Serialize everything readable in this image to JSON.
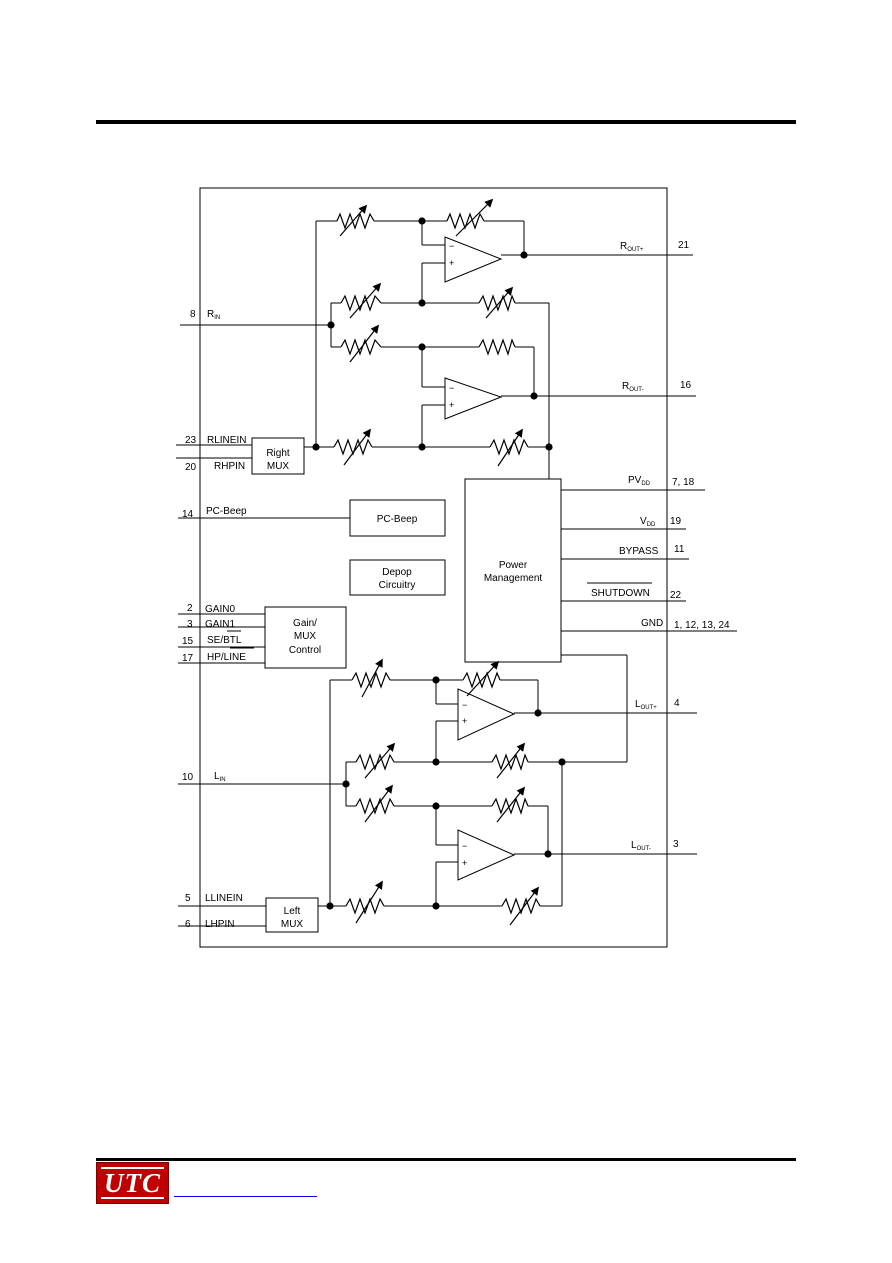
{
  "diagram": {
    "pins": {
      "rout_plus_num": "21",
      "rin_num": "8",
      "rout_minus_num": "16",
      "rlinein_num": "23",
      "rhpin_num": "20",
      "pcbeep_num": "14",
      "pvdd_num": "7, 18",
      "vdd_num": "19",
      "bypass_num": "11",
      "shutdown_num": "22",
      "gnd_num": "1, 12, 13, 24",
      "gain0_num": "2",
      "gain1_num": "3",
      "sebtl_num": "15",
      "hpline_num": "17",
      "lout_plus_num": "4",
      "lin_num": "10",
      "lout_minus_num": "3",
      "llinein_num": "5",
      "lhpin_num": "6"
    },
    "labels": {
      "rout_plus_main": "R",
      "rout_plus_sub": "OUT+",
      "rin_main": "R",
      "rin_sub": "IN",
      "rout_minus_main": "R",
      "rout_minus_sub": "OUT-",
      "rlinein": "RLINEIN",
      "rhpin": "RHPIN",
      "pcbeep": "PC-Beep",
      "pvdd_main": "PV",
      "pvdd_sub": "DD",
      "vdd_main": "V",
      "vdd_sub": "DD",
      "bypass": "BYPASS",
      "shutdown": "SHUTDOWN",
      "gnd": "GND",
      "gain0": "GAIN0",
      "gain1": "GAIN1",
      "sebtl": "SE/BTL",
      "hpline": "HP/LINE",
      "lout_plus_main": "L",
      "lout_plus_sub": "OUT+",
      "lin_main": "L",
      "lin_sub": "IN",
      "lout_minus_main": "L",
      "lout_minus_sub": "OUT-",
      "llinein": "LLINEIN",
      "lhpin": "LHPIN",
      "minus_sign": "−",
      "plus_sign": "+"
    },
    "blocks": {
      "right_mux_1": "Right",
      "right_mux_2": "MUX",
      "pcbeep_block": "PC-Beep",
      "depop_1": "Depop",
      "depop_2": "Circuitry",
      "power_1": "Power",
      "power_2": "Management",
      "gain_1": "Gain/",
      "gain_2": "MUX",
      "gain_3": "Control",
      "left_mux_1": "Left",
      "left_mux_2": "MUX"
    }
  },
  "footer": {
    "logo_text": "UTC",
    "logo_color": "#c00000"
  }
}
